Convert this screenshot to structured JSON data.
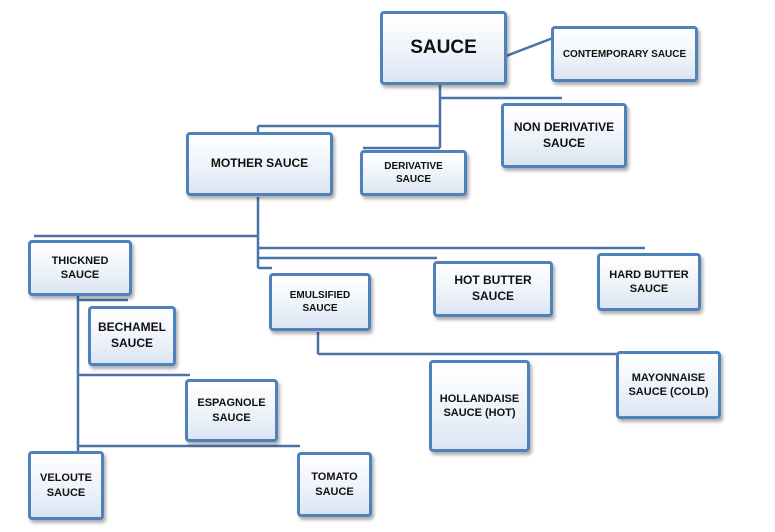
{
  "diagram": {
    "nodes": {
      "sauce": "SAUCE",
      "contemporary": "CONTEMPORARY SAUCE",
      "non_derivative": "NON DERIVATIVE SAUCE",
      "mother": "MOTHER SAUCE",
      "derivative": "DERIVATIVE SAUCE",
      "thickned": "THICKNED SAUCE",
      "emulsified": "EMULSIFIED SAUCE",
      "hot_butter": "HOT BUTTER SAUCE",
      "hard_butter": "HARD BUTTER SAUCE",
      "bechamel": "BECHAMEL SAUCE",
      "espagnole": "ESPAGNOLE SAUCE",
      "hollandaise": "HOLLANDAISE SAUCE (HOT)",
      "mayonnaise": "MAYONNAISE SAUCE (COLD)",
      "veloute": "VELOUTE SAUCE",
      "tomato": "TOMATO SAUCE"
    },
    "colors": {
      "border": "#4f81bd",
      "line": "#4a74a8"
    }
  }
}
